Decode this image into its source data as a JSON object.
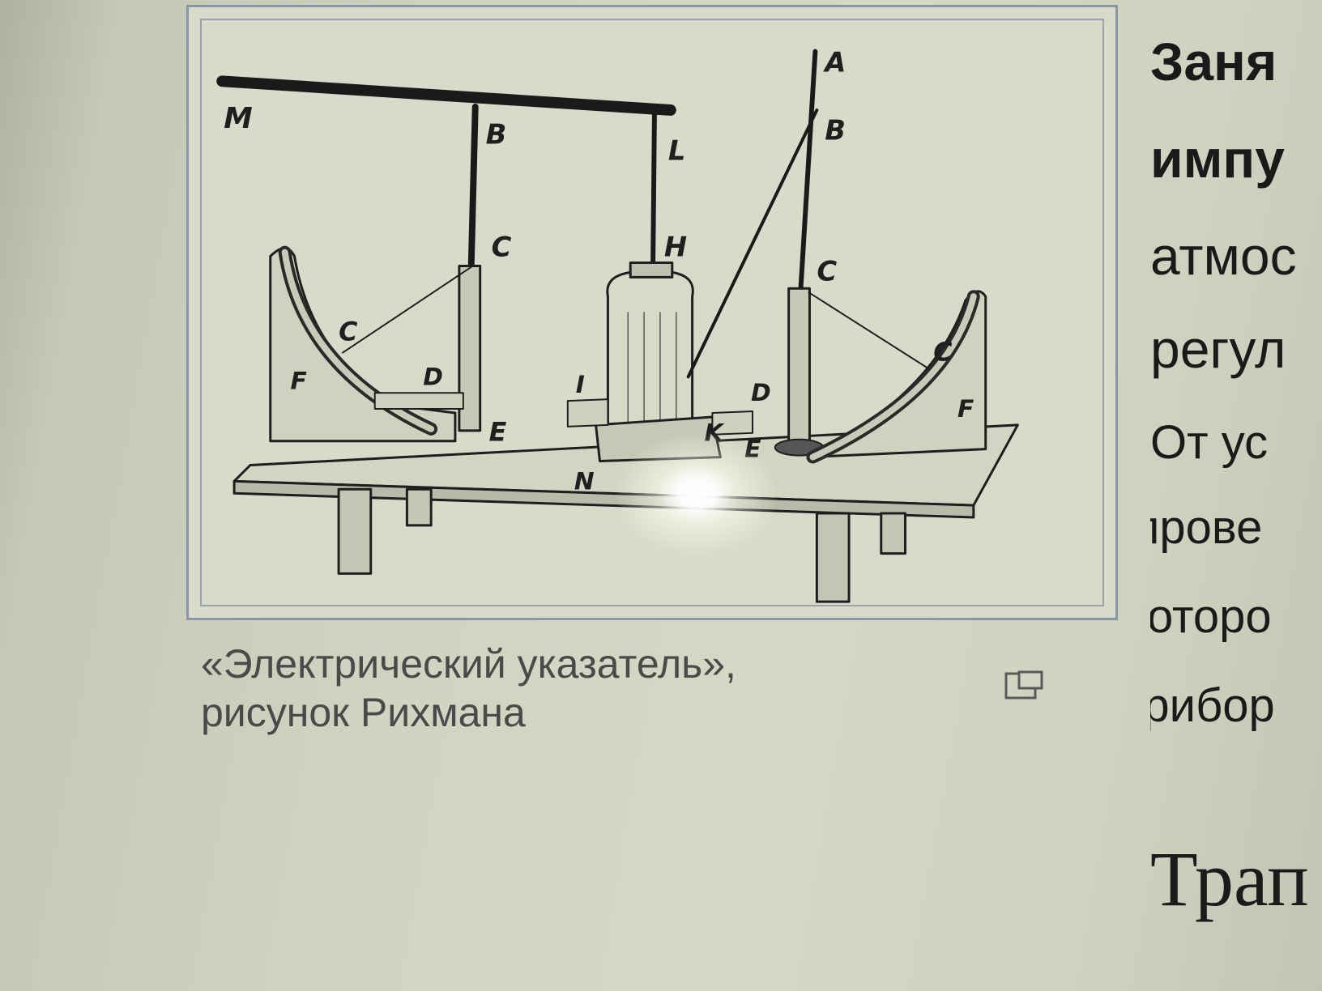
{
  "figure": {
    "letters": {
      "M": "M",
      "B1": "B",
      "L": "L",
      "A": "A",
      "B2": "B",
      "C1": "C",
      "H": "H",
      "C2": "C",
      "C3": "C",
      "C4": "C",
      "F1": "F",
      "D1": "D",
      "E1": "E",
      "I": "I",
      "D2": "D",
      "K": "K",
      "E2": "E",
      "N": "N",
      "F2": "F"
    }
  },
  "caption": {
    "line1": "«Электрический указатель»,",
    "line2": "рисунок Рихмана"
  },
  "body": {
    "lines": [
      "Заня",
      "импу",
      "атмос",
      "регул",
      "От ус",
      "прове",
      "которо",
      "прибор"
    ]
  },
  "section": {
    "heading": "Трап"
  },
  "icons": {
    "enlarge": "enlarge-icon"
  }
}
